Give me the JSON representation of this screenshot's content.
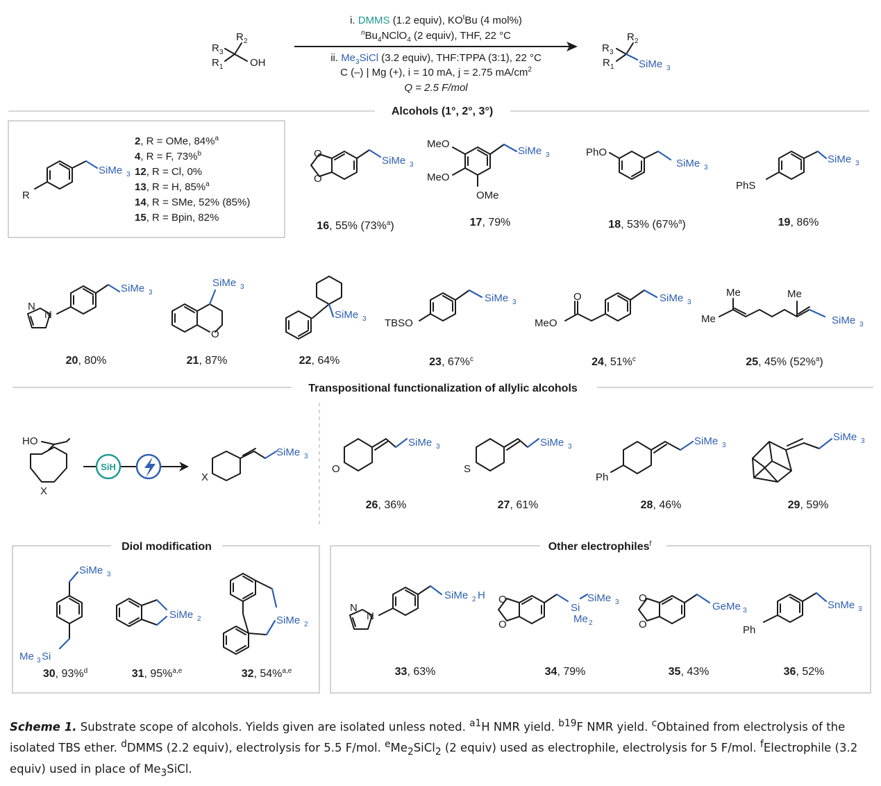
{
  "conditions": {
    "line1_pre": "i. ",
    "line1_reagent": "DMMS",
    "line1_post": " (1.2 equiv), KO",
    "line1_t": "t",
    "line1_end": "Bu (4 mol%)",
    "line2_n": "n",
    "line2": "Bu",
    "line2_b": "4",
    "line2_c": "NClO",
    "line2_d": "4",
    "line2_e": " (2 equiv), THF, 22 °C",
    "line3_pre": "ii. ",
    "line3_reagent": "Me",
    "line3_reagent_sub": "3",
    "line3_reagent_end": "SiCl",
    "line3_post": " (3.2 equiv), THF:TPPA (3:1), 22 °C",
    "line4": "C (–) | Mg (+), i = 10 mA, j = 2.75 mA/cm",
    "line4_sup": "2",
    "line5": "Q = 2.5 F/mol"
  },
  "general": {
    "sm_r2": "R",
    "sm_r2_sub": "2",
    "sm_r3": "R",
    "sm_r3_sub": "3",
    "sm_r1": "R",
    "sm_r1_sub": "1",
    "sm_oh": "OH",
    "pr_sime3": "SiMe",
    "pr_sime3_sub": "3"
  },
  "sections": {
    "alcohols": "Alcohols (1°, 2°, 3°)",
    "allylic": "Transpositional functionalization of allylic alcohols",
    "diol": "Diol modification",
    "other": "Other electrophiles",
    "other_sup": "f"
  },
  "box_list": [
    {
      "cmp": "2",
      "text": ", R = OMe, 84%",
      "sup": "a"
    },
    {
      "cmp": "4",
      "text": ", R = F, 73%",
      "sup": "b"
    },
    {
      "cmp": "12",
      "text": ", R = Cl, 0%",
      "sup": ""
    },
    {
      "cmp": "13",
      "text": ", R = H, 85%",
      "sup": "a"
    },
    {
      "cmp": "14",
      "text": ", R = SMe, 52% (85%)",
      "sup": ""
    },
    {
      "cmp": "15",
      "text": ", R = Bpin, 82%",
      "sup": ""
    }
  ],
  "labels": {
    "r": "R",
    "ome": "OMe",
    "meo": "MeO",
    "pho": "PhO",
    "phs": "PhS",
    "ph": "Ph",
    "tbso": "TBSO",
    "me": "Me",
    "o": "O",
    "s": "S",
    "x": "X",
    "n": "N",
    "ho": "HO",
    "sime3": "SiMe",
    "sub3": "3",
    "sime2": "SiMe",
    "sub2": "2",
    "me3si": "Me",
    "si_tail": "Si",
    "sime2h": "SiMe",
    "h": "H",
    "gem3": "GeMe",
    "snme3": "SnMe",
    "si": "Si",
    "me2": "Me",
    "sih": "SiH"
  },
  "yields": [
    {
      "cmp": "16",
      "text": ", 55% (73%",
      "sup": "a",
      "end": ")"
    },
    {
      "cmp": "17",
      "text": ", 79%",
      "sup": "",
      "end": ""
    },
    {
      "cmp": "18",
      "text": ", 53% (67%",
      "sup": "a",
      "end": ")"
    },
    {
      "cmp": "19",
      "text": ", 86%",
      "sup": "",
      "end": ""
    },
    {
      "cmp": "20",
      "text": ", 80%",
      "sup": "",
      "end": ""
    },
    {
      "cmp": "21",
      "text": ", 87%",
      "sup": "",
      "end": ""
    },
    {
      "cmp": "22",
      "text": ", 64%",
      "sup": "",
      "end": ""
    },
    {
      "cmp": "23",
      "text": ", 67%",
      "sup": "c",
      "end": ""
    },
    {
      "cmp": "24",
      "text": ", 51%",
      "sup": "c",
      "end": ""
    },
    {
      "cmp": "25",
      "text": ", 45% (52%",
      "sup": "a",
      "end": ")"
    },
    {
      "cmp": "26",
      "text": ", 36%",
      "sup": "",
      "end": ""
    },
    {
      "cmp": "27",
      "text": ", 61%",
      "sup": "",
      "end": ""
    },
    {
      "cmp": "28",
      "text": ", 46%",
      "sup": "",
      "end": ""
    },
    {
      "cmp": "29",
      "text": ", 59%",
      "sup": "",
      "end": ""
    },
    {
      "cmp": "30",
      "text": ", 93%",
      "sup": "d",
      "end": ""
    },
    {
      "cmp": "31",
      "text": ", 95%",
      "sup": "a,e",
      "end": ""
    },
    {
      "cmp": "32",
      "text": ", 54%",
      "sup": "a,e",
      "end": ""
    },
    {
      "cmp": "33",
      "text": ", 63%",
      "sup": "",
      "end": ""
    },
    {
      "cmp": "34",
      "text": ", 79%",
      "sup": "",
      "end": ""
    },
    {
      "cmp": "35",
      "text": ", 43%",
      "sup": "",
      "end": ""
    },
    {
      "cmp": "36",
      "text": ", 52%",
      "sup": "",
      "end": ""
    }
  ],
  "caption": {
    "label": "Scheme 1.",
    "t1": " Substrate scope of alcohols. Yields given are isolated unless noted. ",
    "a": "a",
    "t2": "1",
    "t3": "H NMR yield. ",
    "b": "b",
    "t4": "19",
    "t5": "F NMR yield. ",
    "c": "c",
    "t6": "Obtained from electrolysis of the isolated TBS ether. ",
    "d": "d",
    "t7": "DMMS (2.2 equiv), electrolysis for 5.5 F/mol. ",
    "e": "e",
    "t8": "Me",
    "t8s": "2",
    "t9": "SiCl",
    "t9s": "2",
    "t10": " (2 equiv) used as electrophile, electrolysis for 5 F/mol. ",
    "f": "f",
    "t11": "Electrophile (3.2 equiv) used in place of Me",
    "t11s": "3",
    "t12": "SiCl."
  },
  "colors": {
    "ink": "#1a1a1a",
    "silicon_blue": "#2f5fb0",
    "reagent_teal": "#1f9a90",
    "rule_gray": "#c8c8c8"
  }
}
